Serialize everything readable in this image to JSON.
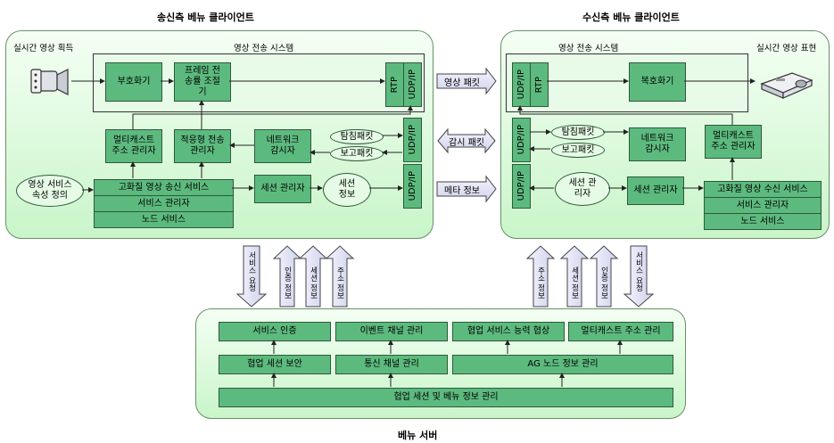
{
  "titles": {
    "sender": "송신측 베뉴 클라이언트",
    "receiver": "수신측 베뉴 클라이언트",
    "server": "베뉴 서버"
  },
  "sender": {
    "capture_label": "실시간 영상 획득",
    "transport_label": "영상 전송 시스템",
    "encoder": "부호화기",
    "frame_ctrl": "프레임 전송률 조절기",
    "rtp": "RTP",
    "udpip": "UDP/IP",
    "multicast_mgr": "멀티캐스트 주소 관리자",
    "adaptive_mgr": "적응형 전송 관리자",
    "net_monitor": "네트워크 감시자",
    "probe_packet": "탐침패킷",
    "report_packet": "보고패킷",
    "service_def": "영상 서비스 속성 정의",
    "hq_send": "고화질 영상 송신 서비스",
    "service_mgr": "서비스 관리자",
    "node_service": "노드 서비스",
    "session_mgr": "세션 관리자",
    "session_info": "세션 정보"
  },
  "middle": {
    "video_packet": "영상 패킷",
    "monitor_packet": "감시 패킷",
    "meta_info": "메타 정보"
  },
  "receiver": {
    "transport_label": "영상 전송 시스템",
    "display_label": "실시간 영상 표현",
    "udpip": "UDP/IP",
    "rtp": "RTP",
    "decoder": "복호화기",
    "probe_packet": "탐침패킷",
    "report_packet": "보고패킷",
    "net_monitor": "네트워크 감시자",
    "multicast_mgr": "멀티캐스트 주소 관리자",
    "session_mgr_oval": "세션 관리자",
    "session_mgr": "세션 관리자",
    "hq_recv": "고화질 영상 수신 서비스",
    "service_mgr": "서비스 관리자",
    "node_service": "노드 서비스"
  },
  "vertical_arrows": {
    "left": [
      "서비스 요청",
      "인증 정보",
      "세션 정보",
      "주소 정보"
    ],
    "right": [
      "주소 정보",
      "세션 정보",
      "인증 정보",
      "서비스 요청"
    ]
  },
  "server": {
    "auth": "서비스 인증",
    "event_channel": "이벤트 채널 관리",
    "capability": "협업 서비스 능력 협상",
    "multicast_addr": "멀티캐스트 주소 관리",
    "session_security": "협업 세션 보안",
    "comm_channel": "통신 채널 관리",
    "ag_node": "AG 노드 정보 관리",
    "venue_info": "협업 세션 및 베뉴 정보 관리"
  },
  "colors": {
    "box_fill": "#5dba7e",
    "panel_gradient_top": "#f4fff4",
    "panel_gradient_bottom": "#c9f5c9"
  }
}
